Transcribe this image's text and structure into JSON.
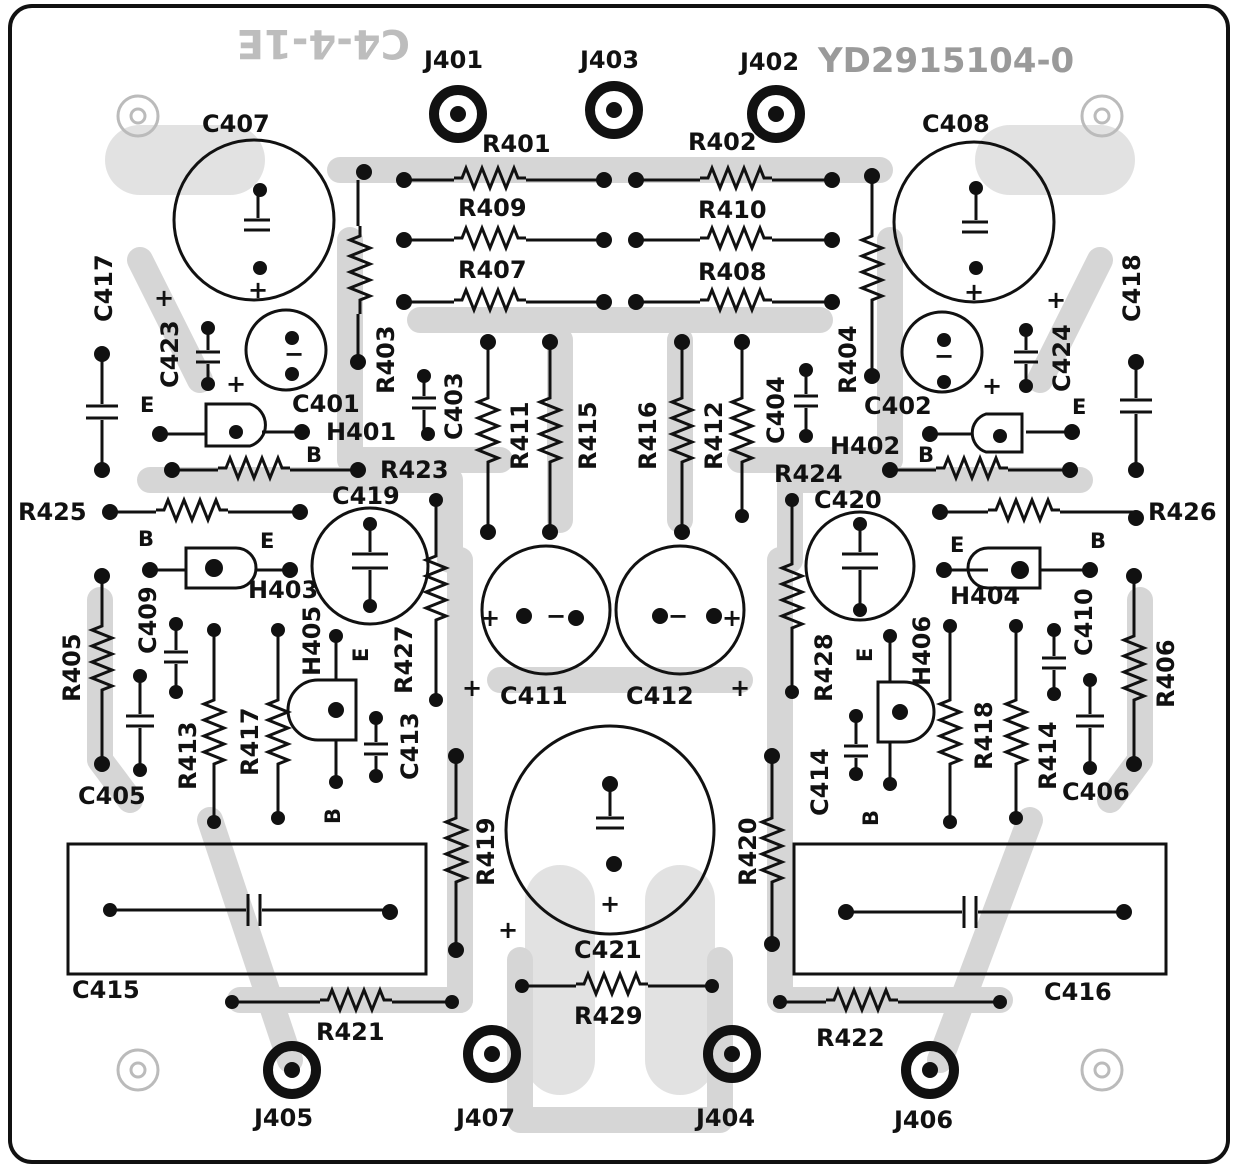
{
  "silk": {
    "top_left": "C4-4-1E",
    "top_right": "YD2915104-0"
  },
  "jacks": {
    "J401": "J401",
    "J403": "J403",
    "J402": "J402",
    "J405": "J405",
    "J407": "J407",
    "J404": "J404",
    "J406": "J406"
  },
  "resistors": {
    "R401": "R401",
    "R402": "R402",
    "R409": "R409",
    "R410": "R410",
    "R407": "R407",
    "R408": "R408",
    "R403": "R403",
    "R404": "R404",
    "R411": "R411",
    "R415": "R415",
    "R416": "R416",
    "R412": "R412",
    "R423": "R423",
    "R424": "R424",
    "R425": "R425",
    "R426": "R426",
    "R405": "R405",
    "R406": "R406",
    "R413": "R413",
    "R417": "R417",
    "R427": "R427",
    "R428": "R428",
    "R418": "R418",
    "R414": "R414",
    "R419": "R419",
    "R420": "R420",
    "R421": "R421",
    "R422": "R422",
    "R429": "R429"
  },
  "capacitors": {
    "C407": "C407",
    "C408": "C408",
    "C417": "C417",
    "C418": "C418",
    "C423": "C423",
    "C424": "C424",
    "C401": "C401",
    "C402": "C402",
    "C403": "C403",
    "C404": "C404",
    "C419": "C419",
    "C420": "C420",
    "C409": "C409",
    "C410": "C410",
    "C411": "C411",
    "C412": "C412",
    "C413": "C413",
    "C414": "C414",
    "C405": "C405",
    "C406": "C406",
    "C415": "C415",
    "C416": "C416",
    "C421": "C421"
  },
  "transistors": {
    "H401": "H401",
    "H402": "H402",
    "H403": "H403",
    "H404": "H404",
    "H405": "H405",
    "H406": "H406"
  },
  "pins": {
    "B": "B",
    "E": "E"
  },
  "polarity": {
    "plus": "+",
    "minus": "−"
  }
}
